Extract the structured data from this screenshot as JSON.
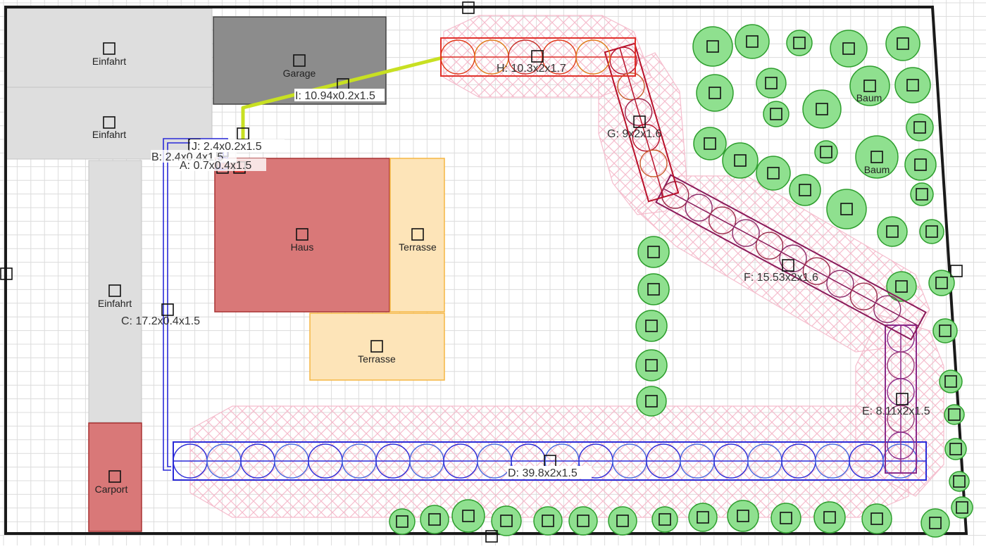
{
  "areas": [
    {
      "id": "einfahrt1",
      "label": "Einfahrt",
      "kind": "driveway"
    },
    {
      "id": "einfahrt2",
      "label": "Einfahrt",
      "kind": "driveway"
    },
    {
      "id": "einfahrt3",
      "label": "Einfahrt",
      "kind": "driveway"
    },
    {
      "id": "garage",
      "label": "Garage",
      "kind": "garage"
    },
    {
      "id": "haus",
      "label": "Haus",
      "kind": "house"
    },
    {
      "id": "terrasse1",
      "label": "Terrasse",
      "kind": "terrace"
    },
    {
      "id": "terrasse2",
      "label": "Terrasse",
      "kind": "terrace"
    },
    {
      "id": "carport",
      "label": "Carport",
      "kind": "carport"
    }
  ],
  "segments": [
    {
      "id": "A",
      "label": "A: 0.7x0.4x1.5"
    },
    {
      "id": "B",
      "label": "B: 2.4x0.4x1.5"
    },
    {
      "id": "C",
      "label": "C: 17.2x0.4x1.5"
    },
    {
      "id": "D",
      "label": "D: 39.8x2x1.5"
    },
    {
      "id": "E",
      "label": "E: 8.11x2x1.5"
    },
    {
      "id": "F",
      "label": "F: 15.53x2x1.6"
    },
    {
      "id": "G",
      "label": "G: 9x2x1.6"
    },
    {
      "id": "H",
      "label": "H: 10.3x2x1.7"
    },
    {
      "id": "I",
      "label": "I: 10.94x0.2x1.5"
    },
    {
      "id": "J",
      "label": "J: 2.4x0.2x1.5"
    }
  ],
  "tree_labels": [
    "Baum",
    "Baum"
  ],
  "colors": {
    "grid": "#d9d9d9",
    "boundary": "#1a1a1a",
    "driveway": "#dedede",
    "garage": "#8c8c8c",
    "house": "#d97878",
    "terrace": "#fde4b8",
    "terrace_border": "#f5b642",
    "tree_fill": "#8fe08f",
    "tree_border": "#2e9e2e",
    "blue_line": "#2a2ad8",
    "yellow_line": "#c8e022",
    "hatch": "#f4b6c8"
  }
}
